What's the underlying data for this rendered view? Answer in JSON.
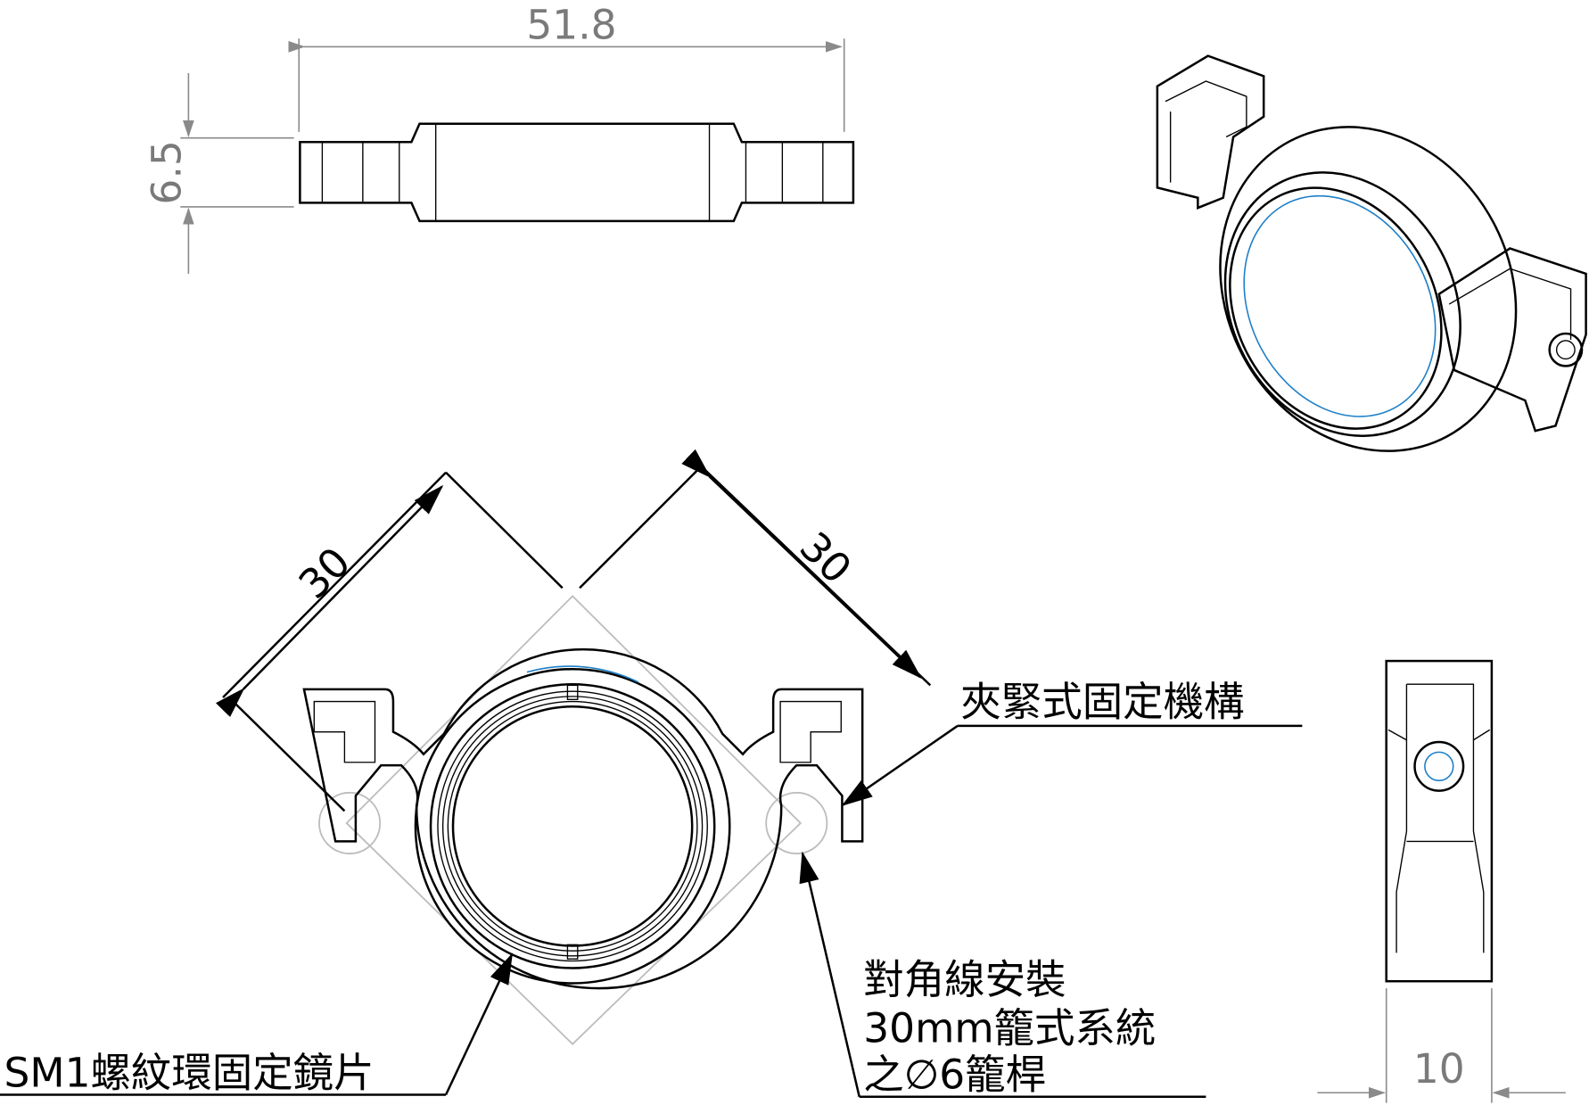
{
  "dimensions": {
    "width": "51.8",
    "thickness": "6.5",
    "cage_left": "30",
    "cage_right": "30",
    "depth": "10"
  },
  "callouts": {
    "clamp": "夾緊式固定機構",
    "cage_line1": "對角線安裝",
    "cage_line2": "30mm籠式系統",
    "cage_line3": "之∅6籠桿",
    "sm1": "SM1螺紋環固定鏡片"
  },
  "colors": {
    "line": "#000000",
    "dimension": "#7a7a7a",
    "construction": "#bdbdbd",
    "highlight": "#1e7fc8"
  }
}
